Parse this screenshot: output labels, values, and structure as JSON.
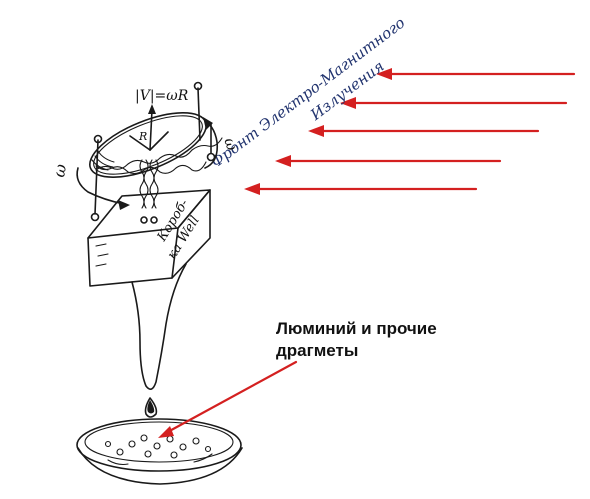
{
  "labels": {
    "velocity_formula": "|V|=ωR",
    "radius": "R",
    "omega_left": "ω",
    "omega_right": "ω",
    "box_line1": "Короб-",
    "box_line2": "ка Well",
    "wave_front_line1": "Фронт Электро-Магнитного",
    "wave_front_line2": "Излучения",
    "callout_line1": "Люминий и прочие",
    "callout_line2": "драгметы"
  },
  "colors": {
    "arrow_red": "#d42020",
    "ink_blue": "#22346f",
    "ink_black": "#1a1a1a"
  }
}
